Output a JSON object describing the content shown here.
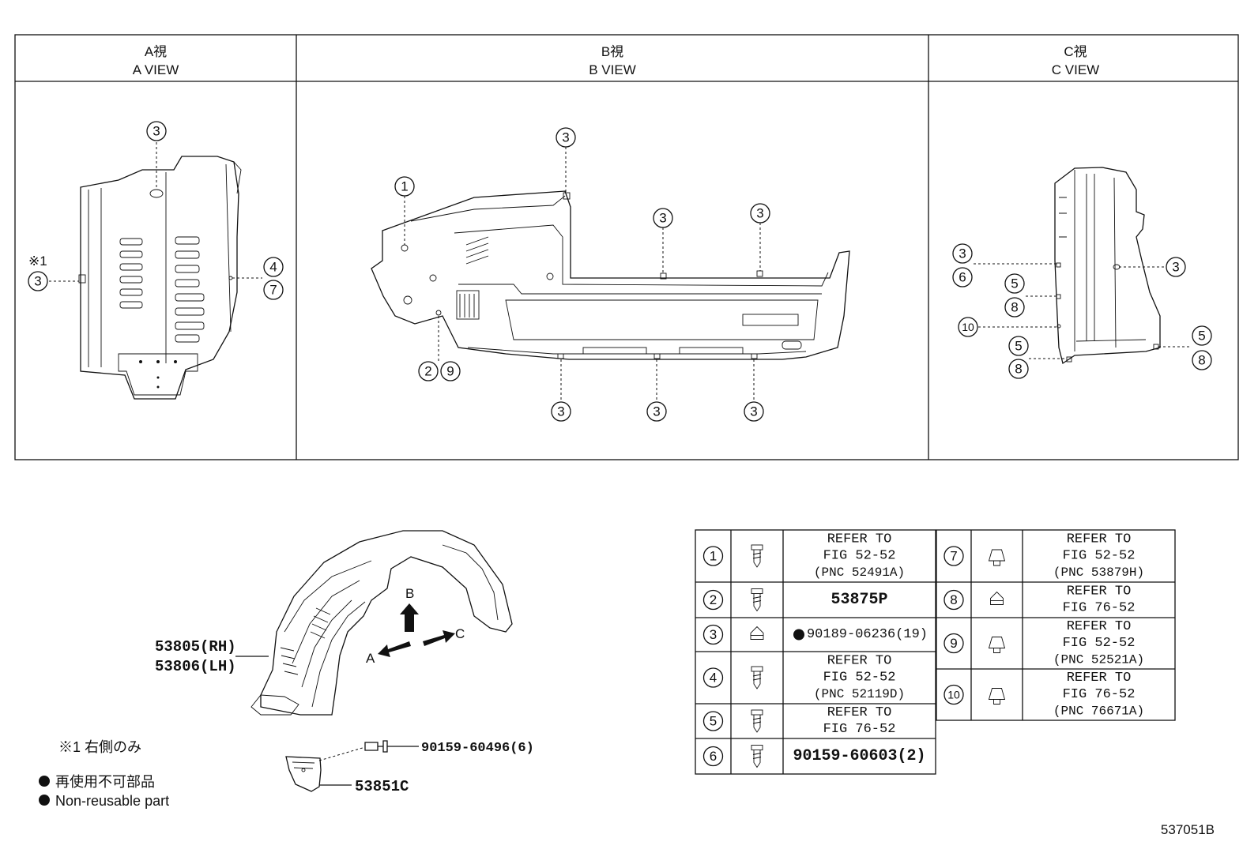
{
  "views": [
    {
      "jp": "A視",
      "en": "A VIEW"
    },
    {
      "jp": "B視",
      "en": "B VIEW"
    },
    {
      "jp": "C視",
      "en": "C VIEW"
    }
  ],
  "callout_numbers": {
    "n1": "1",
    "n2": "2",
    "n3": "3",
    "n4": "4",
    "n5": "5",
    "n6": "6",
    "n7": "7",
    "n8": "8",
    "n9": "9",
    "n10": "10"
  },
  "note_mark": "※1",
  "parts": {
    "liner_rh": "53805(RH)",
    "liner_lh": "53806(LH)",
    "screw": "90159-60496(6)",
    "flap": "53851C"
  },
  "arrows": {
    "a": "A",
    "b": "B",
    "c": "C"
  },
  "notes": {
    "right_only": "※1 右側のみ",
    "nonreusable_jp": "再使用不可部品",
    "nonreusable_en": "Non-reusable part"
  },
  "table_left": [
    {
      "num": "1",
      "lines": [
        "REFER TO",
        "FIG 52-52",
        "(PNC 52491A)"
      ]
    },
    {
      "num": "2",
      "lines": [
        "53875P"
      ]
    },
    {
      "num": "3",
      "lines": [
        "90189-06236(19)"
      ],
      "nonreusable": true
    },
    {
      "num": "4",
      "lines": [
        "REFER TO",
        "FIG 52-52",
        "(PNC 52119D)"
      ]
    },
    {
      "num": "5",
      "lines": [
        "REFER TO",
        "FIG 76-52"
      ]
    },
    {
      "num": "6",
      "lines": [
        "90159-60603(2)"
      ]
    }
  ],
  "table_right": [
    {
      "num": "7",
      "lines": [
        "REFER TO",
        "FIG 52-52",
        "(PNC 53879H)"
      ]
    },
    {
      "num": "8",
      "lines": [
        "REFER TO",
        "FIG 76-52"
      ]
    },
    {
      "num": "9",
      "lines": [
        "REFER TO",
        "FIG 52-52",
        "(PNC 52521A)"
      ]
    },
    {
      "num": "10",
      "lines": [
        "REFER TO",
        "FIG 76-52",
        "(PNC 76671A)"
      ]
    }
  ],
  "figure_id": "537051B"
}
